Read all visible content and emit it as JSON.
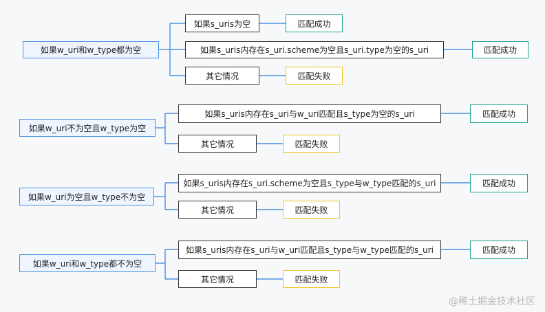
{
  "groups": [
    {
      "root": "如果w_uri和w_type都为空",
      "cond1": "如果s_uris为空",
      "res1": "匹配成功",
      "cond2": "如果s_uris内存在s_uri.scheme为空且s_uri.type为空的s_uri",
      "res2": "匹配成功",
      "cond3": "其它情况",
      "res3": "匹配失败"
    },
    {
      "root": "如果w_uri不为空且w_type为空",
      "cond1": "如果s_uris内存在s_uri与w_uri匹配且s_type为空的s_uri",
      "res1": "匹配成功",
      "cond2": "其它情况",
      "res2": "匹配失败"
    },
    {
      "root": "如果w_uri为空且w_type不为空",
      "cond1": "如果s_uris内存在s_uri.scheme为空且s_type与w_type匹配的s_uri",
      "res1": "匹配成功",
      "cond2": "其它情况",
      "res2": "匹配失败"
    },
    {
      "root": "如果w_uri和w_type都不为空",
      "cond1": "如果s_uris内存在s_uri与w_uri匹配且s_type与w_type匹配的s_uri",
      "res1": "匹配成功",
      "cond2": "其它情况",
      "res2": "匹配失败"
    }
  ],
  "watermark": "@稀土掘金技术社区",
  "colors": {
    "connector": "#4a90e2",
    "success_border": "#1f9e8a",
    "fail_border": "#f0c419",
    "root_fill": "#eef5ff"
  }
}
